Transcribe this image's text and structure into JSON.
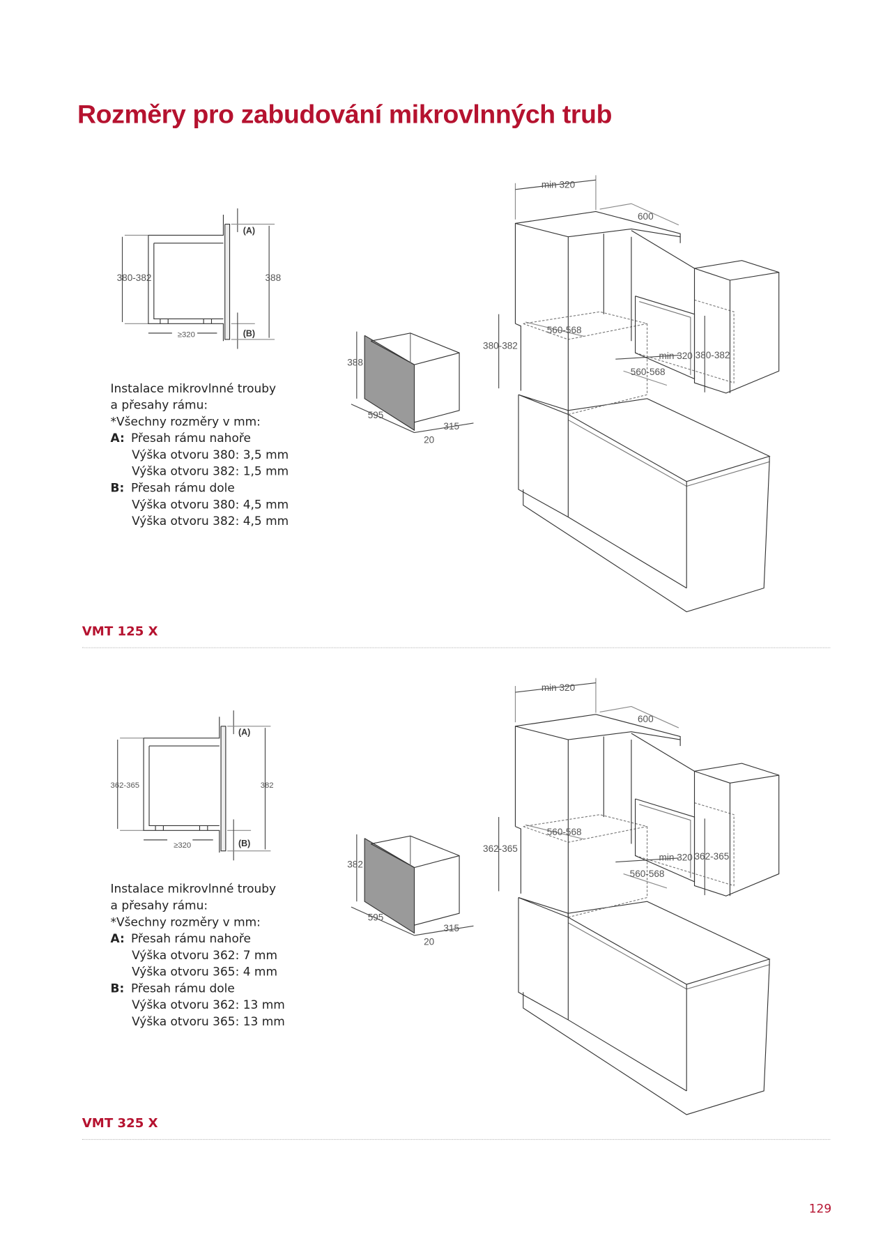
{
  "title": "Rozměry pro zabudování mikrovlnných trub",
  "page_number": "129",
  "accent_color": "#b5122f",
  "sections": [
    {
      "model": "VMT 125 X",
      "side_diagram": {
        "label_a": "(A)",
        "label_b": "(B)",
        "opening_height": "380-382",
        "frame_height": "388",
        "depth": "≥320"
      },
      "kitchen_diagram": {
        "min_depth_top": "min 320",
        "width_600": "600",
        "niche_width_left": "560-568",
        "niche_height_left": "380-382",
        "min_depth": "min 320",
        "niche_height_right": "380-382",
        "niche_width_right": "560-568",
        "mw_height": "388",
        "mw_width": "595",
        "mw_depth": "315",
        "mw_frame": "20"
      },
      "info": {
        "line1": "Instalace mikrovlnné trouby",
        "line2": "a přesahy rámu:",
        "line3": "*Všechny rozměry v mm:",
        "a_key": "A:",
        "a_label": "Přesah rámu nahoře",
        "a1": "Výška otvoru 380:  3,5 mm",
        "a2": "Výška otvoru 382:  1,5 mm",
        "b_key": "B:",
        "b_label": "Přesah rámu dole",
        "b1": "Výška otvoru 380:  4,5 mm",
        "b2": "Výška otvoru 382:  4,5 mm"
      }
    },
    {
      "model": "VMT 325 X",
      "side_diagram": {
        "label_a": "(A)",
        "label_b": "(B)",
        "opening_height": "362-365",
        "frame_height": "382",
        "depth": "≥320"
      },
      "kitchen_diagram": {
        "min_depth_top": "min 320",
        "width_600": "600",
        "niche_width_left": "560-568",
        "niche_height_left": "362-365",
        "min_depth": "min 320",
        "niche_height_right": "362-365",
        "niche_width_right": "560-568",
        "mw_height": "382",
        "mw_width": "595",
        "mw_depth": "315",
        "mw_frame": "20"
      },
      "info": {
        "line1": "Instalace mikrovlnné trouby",
        "line2": "a přesahy rámu:",
        "line3": "*Všechny rozměry v mm:",
        "a_key": "A:",
        "a_label": "Přesah rámu nahoře",
        "a1": "Výška otvoru 362:  7 mm",
        "a2": "Výška otvoru 365:  4 mm",
        "b_key": "B:",
        "b_label": "Přesah rámu dole",
        "b1": "Výška otvoru 362:  13 mm",
        "b2": "Výška otvoru 365:  13 mm"
      }
    }
  ]
}
